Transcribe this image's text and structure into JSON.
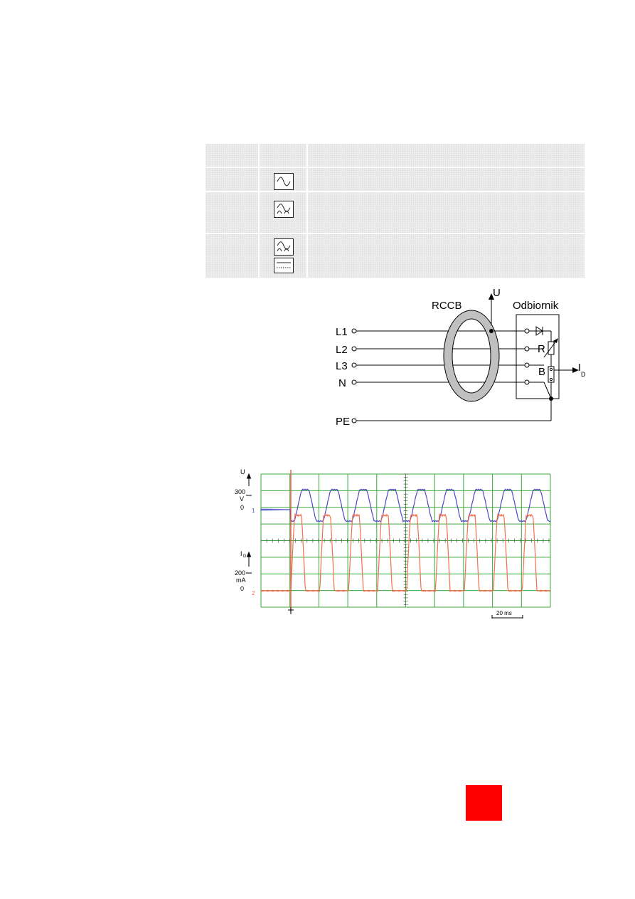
{
  "circuit": {
    "lines": [
      "L1",
      "L2",
      "L3",
      "N",
      "PE"
    ],
    "rccb_label": "RCCB",
    "u_label": "U",
    "load_label": "Odbiornik",
    "r_label": "R",
    "b_label": "B",
    "id_label": "I",
    "id_sub": "D"
  },
  "scope": {
    "ch1": {
      "axis_label": "U",
      "scale_value": "300",
      "scale_unit": "V",
      "zero": "0",
      "marker": "1",
      "color": "#4a4ac8"
    },
    "ch2": {
      "axis_label": "I",
      "axis_sub": "D",
      "scale_value": "200",
      "scale_unit": "mA",
      "zero": "0",
      "marker": "2",
      "color": "#f07050"
    },
    "grid_color": "#3aa83a",
    "timebase": "20 ms"
  },
  "colors": {
    "accent": "#ff0000"
  }
}
